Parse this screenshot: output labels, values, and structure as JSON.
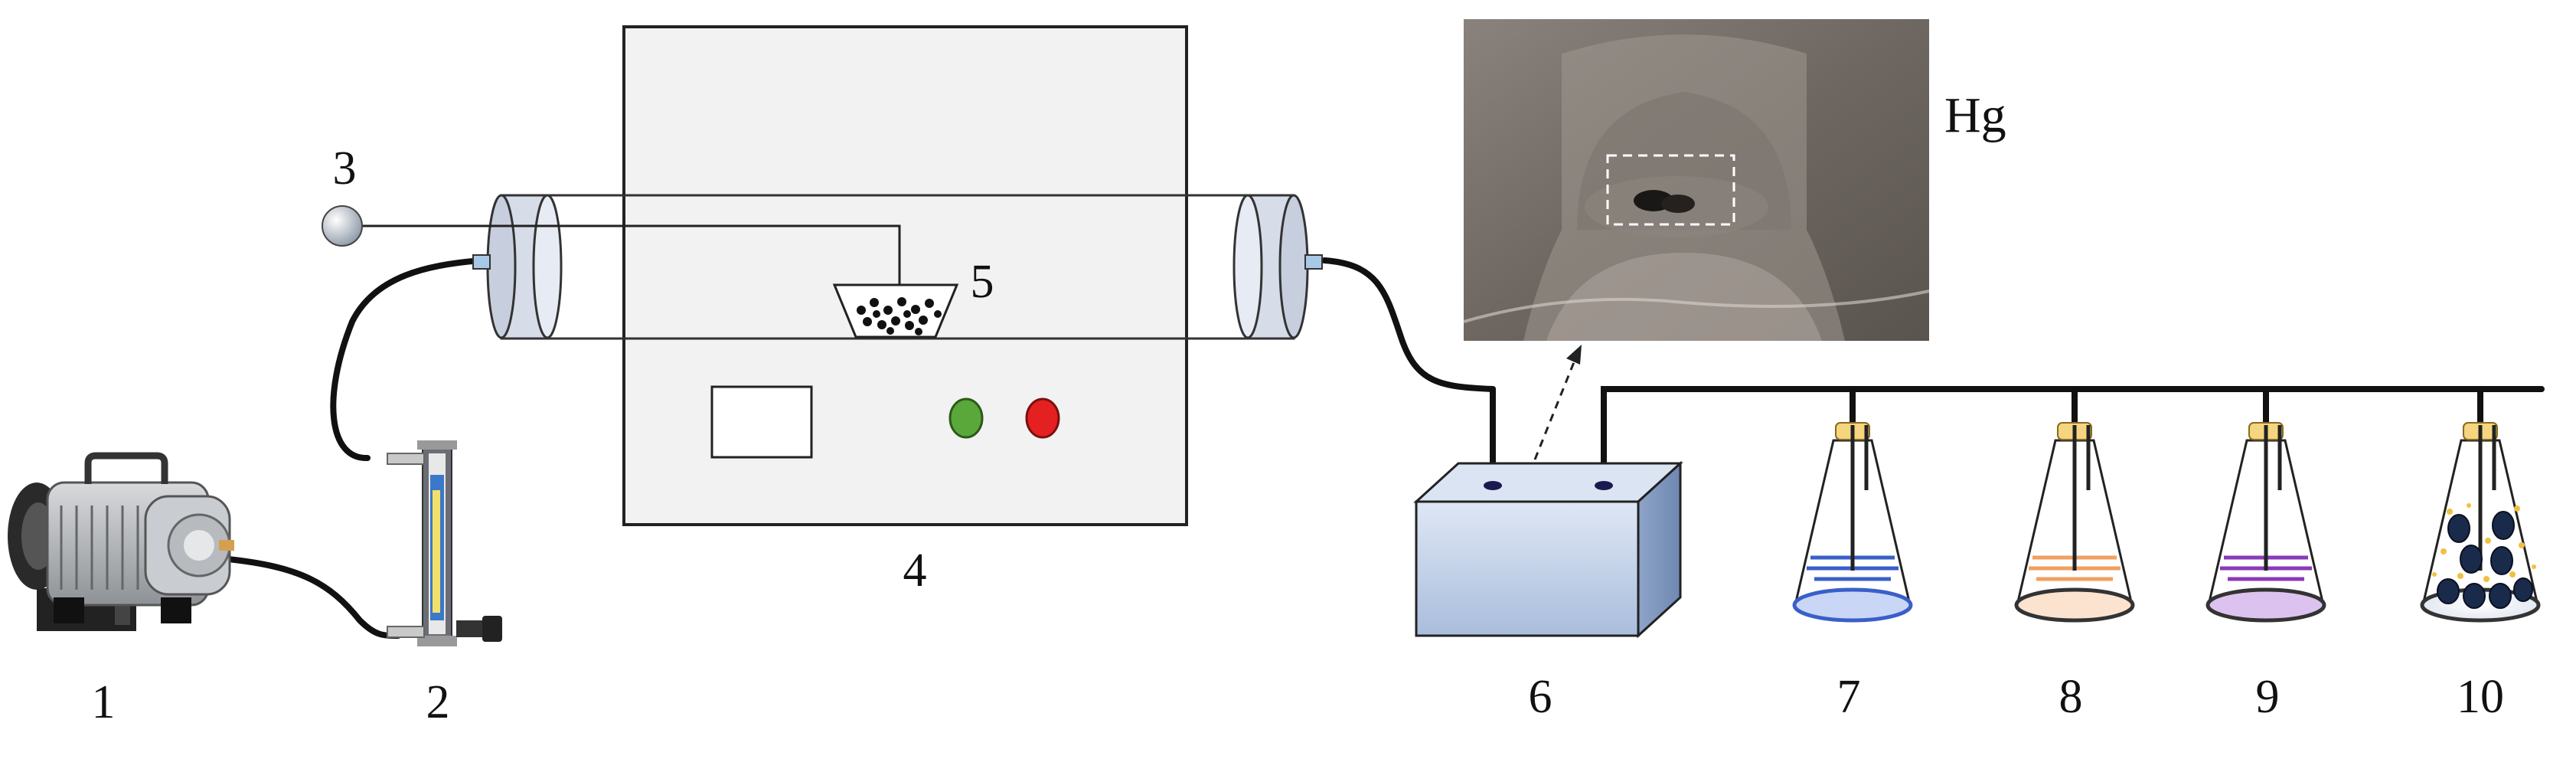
{
  "labels": {
    "pump": "1",
    "flowmeter": "2",
    "thermocouple": "3",
    "furnace": "4",
    "sample_boat": "5",
    "condenser_box": "6",
    "flask_7": "7",
    "flask_8": "8",
    "flask_9": "9",
    "flask_10": "10",
    "inset": "Hg"
  },
  "colors": {
    "indicator_green": "#5aa83a",
    "indicator_red": "#e52020",
    "box_fill": "#c6d4ea",
    "cap": "#f5d580",
    "solution_blue": "#3a5fc8",
    "solution_orange": "#f0a060",
    "solution_purple": "#8a3ab8",
    "adsorbent_dark": "#1a2a4a",
    "adsorbent_dots": "#f0c040"
  }
}
